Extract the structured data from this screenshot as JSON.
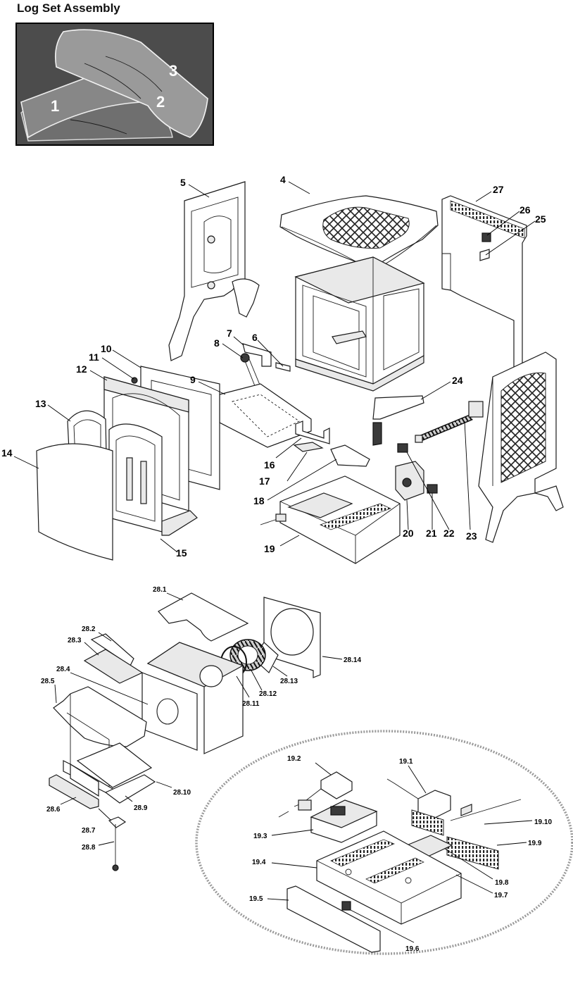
{
  "title": "Log Set Assembly",
  "log_labels": [
    "1",
    "2",
    "3"
  ],
  "callouts": {
    "c4": "4",
    "c5": "5",
    "c6": "6",
    "c7": "7",
    "c8": "8",
    "c9": "9",
    "c10": "10",
    "c11": "11",
    "c12": "12",
    "c13": "13",
    "c14": "14",
    "c15": "15",
    "c16": "16",
    "c17": "17",
    "c18": "18",
    "c19": "19",
    "c20": "20",
    "c21": "21",
    "c22": "22",
    "c23": "23",
    "c24": "24",
    "c25": "25",
    "c26": "26",
    "c27": "27"
  },
  "callouts_blower": {
    "c28_1": "28.1",
    "c28_2": "28.2",
    "c28_3": "28.3",
    "c28_4": "28.4",
    "c28_5": "28.5",
    "c28_6": "28.6",
    "c28_7": "28.7",
    "c28_8": "28.8",
    "c28_9": "28.9",
    "c28_10": "28.10",
    "c28_11": "28.11",
    "c28_12": "28.12",
    "c28_13": "28.13",
    "c28_14": "28.14"
  },
  "callouts_control": {
    "c19_1": "19.1",
    "c19_2": "19.2",
    "c19_3": "19.3",
    "c19_4": "19.4",
    "c19_5": "19.5",
    "c19_6": "19.6",
    "c19_7": "19.7",
    "c19_8": "19.8",
    "c19_9": "19.9",
    "c19_10": "19.10"
  }
}
